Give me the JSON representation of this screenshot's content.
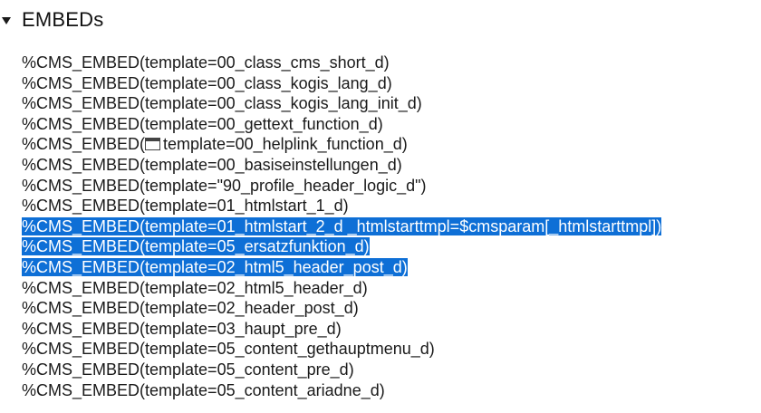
{
  "section": {
    "title": "EMBEDs",
    "expander_icon": "triangle-down-icon"
  },
  "embeds": [
    {
      "text": "%CMS_EMBED(template=00_class_cms_short_d)",
      "selected": false
    },
    {
      "text": "%CMS_EMBED(template=00_class_kogis_lang_d)",
      "selected": false
    },
    {
      "text": "%CMS_EMBED(template=00_class_kogis_lang_init_d)",
      "selected": false
    },
    {
      "text": "%CMS_EMBED(template=00_gettext_function_d)",
      "selected": false
    },
    {
      "prefix": "%CMS_EMBED(",
      "suffix": "template=00_helplink_function_d)",
      "icon": "window-icon",
      "selected": false
    },
    {
      "text": "%CMS_EMBED(template=00_basiseinstellungen_d)",
      "selected": false
    },
    {
      "text": "%CMS_EMBED(template=\"90_profile_header_logic_d\")",
      "selected": false
    },
    {
      "text": "%CMS_EMBED(template=01_htmlstart_1_d)",
      "selected": false
    },
    {
      "text": "%CMS_EMBED(template=01_htmlstart_2_d _htmlstarttmpl=$cmsparam[_htmlstarttmpl])",
      "selected": true
    },
    {
      "text": "%CMS_EMBED(template=05_ersatzfunktion_d)",
      "selected": true
    },
    {
      "text": "%CMS_EMBED(template=02_html5_header_post_d)",
      "selected": true
    },
    {
      "text": "%CMS_EMBED(template=02_html5_header_d)",
      "selected": false
    },
    {
      "text": "%CMS_EMBED(template=02_header_post_d)",
      "selected": false
    },
    {
      "text": "%CMS_EMBED(template=03_haupt_pre_d)",
      "selected": false
    },
    {
      "text": "%CMS_EMBED(template=05_content_gethauptmenu_d)",
      "selected": false
    },
    {
      "text": "%CMS_EMBED(template=05_content_pre_d)",
      "selected": false
    },
    {
      "text": "%CMS_EMBED(template=05_content_ariadne_d)",
      "selected": false
    }
  ]
}
